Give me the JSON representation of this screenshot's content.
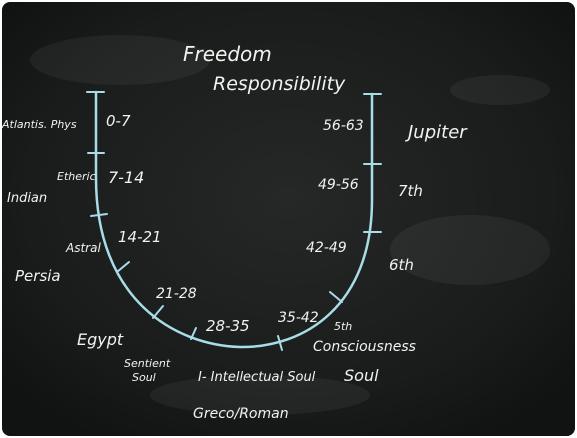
{
  "header": {
    "line1": "Freedom",
    "line2": "Responsibility"
  },
  "left_labels": {
    "atlantis": "Atlantis. Phys",
    "etheric": "Etheric",
    "indian": "Indian",
    "astral": "Astral",
    "persia": "Persia",
    "egypt": "Egypt",
    "sentient_1": "Sentient",
    "sentient_2": "Soul"
  },
  "bottom_labels": {
    "intellectual": "I- Intellectual Soul",
    "greco": "Greco/Roman"
  },
  "right_labels": {
    "jupiter": "Jupiter",
    "seventh": "7th",
    "sixth": "6th",
    "fifth": "5th",
    "consciousness": "Consciousness",
    "soul": "Soul"
  },
  "age_ranges": [
    "0-7",
    "7-14",
    "14-21",
    "21-28",
    "28-35",
    "35-42",
    "42-49",
    "49-56",
    "56-63"
  ],
  "colors": {
    "board": "#1a1c1c",
    "curve": "#a8dce6",
    "chalk": "#f2f2ee"
  }
}
